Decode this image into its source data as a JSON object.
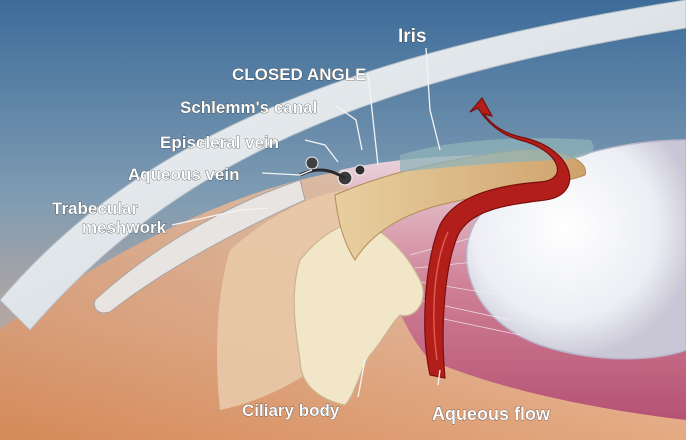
{
  "labels": {
    "iris": "Iris",
    "closed_angle": "CLOSED ANGLE",
    "schlemms_canal": "Schlemm's canal",
    "episcleral_vein": "Episcleral vein",
    "aqueous_vein": "Aqueous vein",
    "trabecular_meshwork_line1": "Trabecular",
    "trabecular_meshwork_line2": "meshwork",
    "ciliary_body": "Ciliary body",
    "aqueous_flow": "Aqueous flow"
  },
  "colors": {
    "background_top": "#3f6e9c",
    "background_bottom": "#d98a55",
    "cornea": "#dfe6ea",
    "iris": "#d9b88a",
    "lens": "#eef0f4",
    "aqueous_flow": "#b5201c",
    "ciliary_body": "#efe4c4"
  }
}
